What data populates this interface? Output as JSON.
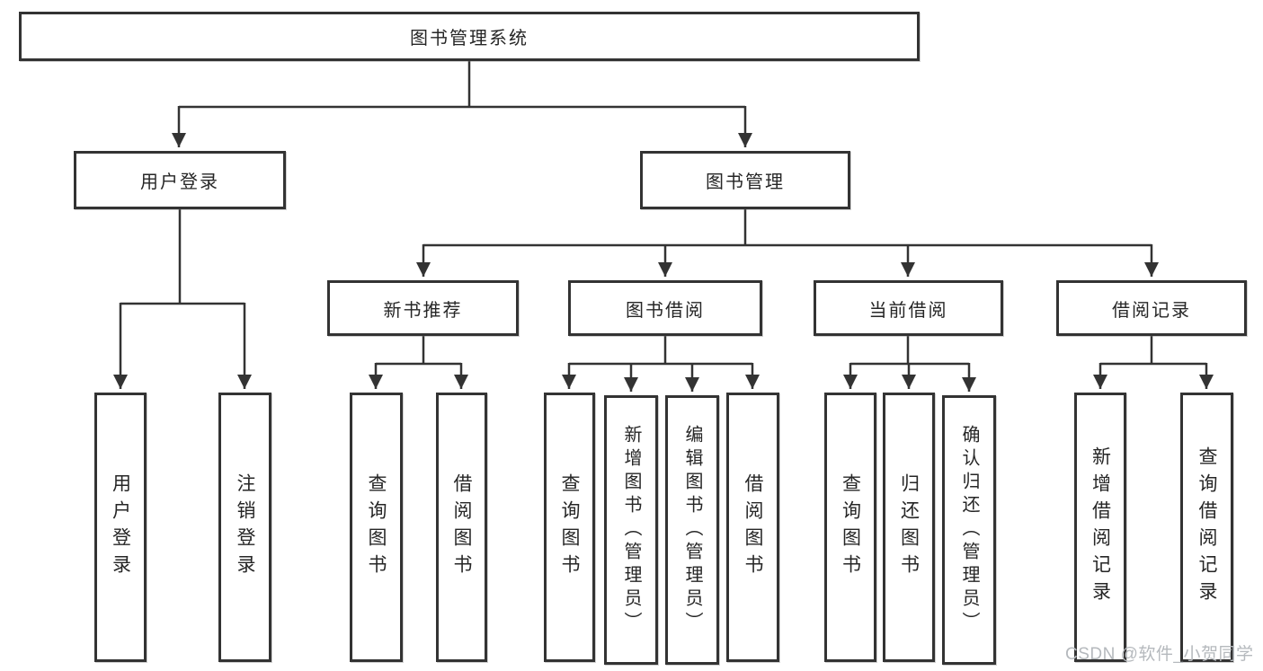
{
  "tree": {
    "label": "图书管理系统",
    "children": [
      {
        "label": "用户登录",
        "children": [
          {
            "label": "用户登录"
          },
          {
            "label": "注销登录"
          }
        ]
      },
      {
        "label": "图书管理",
        "children": [
          {
            "label": "新书推荐",
            "children": [
              {
                "label": "查询图书"
              },
              {
                "label": "借阅图书"
              }
            ]
          },
          {
            "label": "图书借阅",
            "children": [
              {
                "label": "查询图书"
              },
              {
                "label": "新增图书（管理员）"
              },
              {
                "label": "编辑图书（管理员）"
              },
              {
                "label": "借阅图书"
              }
            ]
          },
          {
            "label": "当前借阅",
            "children": [
              {
                "label": "查询图书"
              },
              {
                "label": "归还图书"
              },
              {
                "label": "确认归还（管理员）"
              }
            ]
          },
          {
            "label": "借阅记录",
            "children": [
              {
                "label": "新增借阅记录"
              },
              {
                "label": "查询借阅记录"
              }
            ]
          }
        ]
      }
    ]
  },
  "watermark": "CSDN @软件_小贺同学",
  "colors": {
    "line": "#333333",
    "box_border": "#333333",
    "text": "#262626",
    "background": "#ffffff",
    "watermark": "#b5b9bd"
  }
}
